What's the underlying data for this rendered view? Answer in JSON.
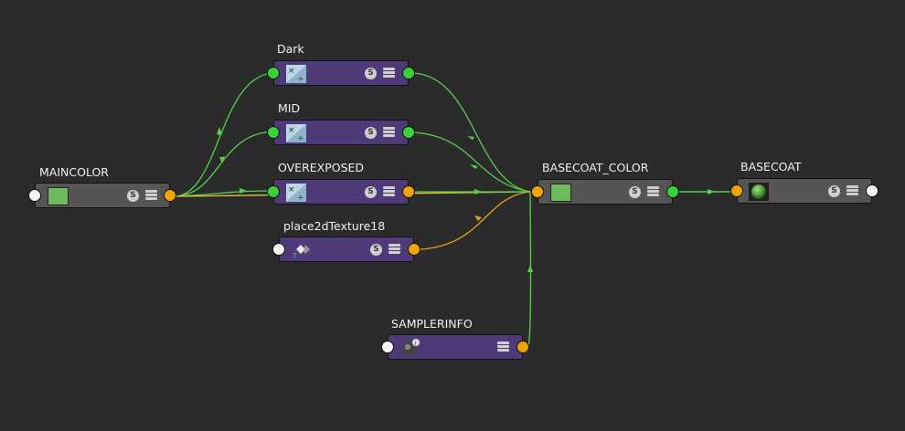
{
  "graph": {
    "nodes": {
      "maincolor": {
        "title": "MAINCOLOR",
        "swatch_color": "#6dbb5c",
        "s_label": "S"
      },
      "dark": {
        "title": "Dark",
        "icon": "color-math-icon",
        "s_label": "S"
      },
      "mid": {
        "title": "MID",
        "icon": "color-math-icon",
        "s_label": "S"
      },
      "overexposed": {
        "title": "OVEREXPOSED",
        "icon": "color-math-icon",
        "s_label": "S"
      },
      "place2d": {
        "title": "place2dTexture18",
        "icon": "place2d-texture-icon",
        "s_label": "S"
      },
      "samplerinfo": {
        "title": "SAMPLERINFO",
        "icon": "sampler-info-icon"
      },
      "basecoat_color": {
        "title": "BASECOAT_COLOR",
        "swatch_color": "#6dbb5c",
        "s_label": "S"
      },
      "basecoat": {
        "title": "BASECOAT",
        "icon": "shader-sphere-icon",
        "s_label": "S"
      }
    },
    "colors": {
      "background": "#2b2b2b",
      "purple_node": "#4e3a78",
      "gray_node": "#555555",
      "connection_green": "#55d04a",
      "connection_yellow": "#e3c23a",
      "connection_orange": "#e3a21a"
    }
  }
}
